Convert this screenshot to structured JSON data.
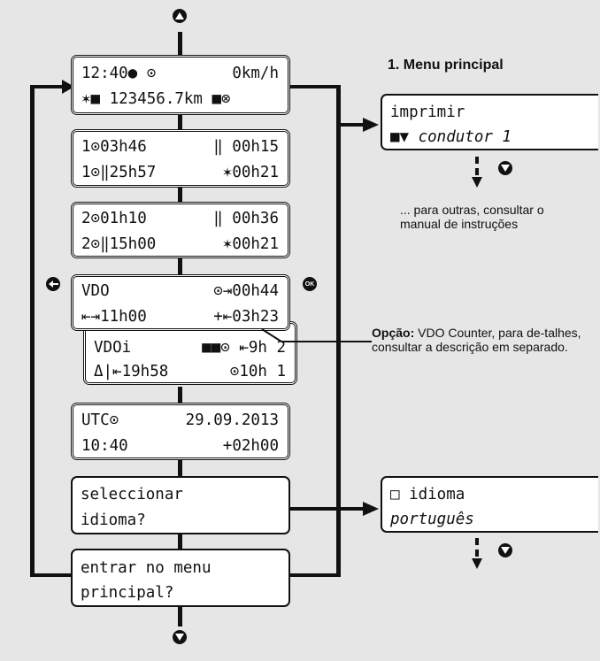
{
  "nav": {
    "up_icon": "up-arrow-icon",
    "down_icon": "down-arrow-icon",
    "back_icon": "back-icon",
    "ok_label": "OK"
  },
  "screens": {
    "s1": {
      "l1_left": "12:40● ⊙",
      "l1_right": "0km/h",
      "l2": "✶■ 123456.7km ■⊗"
    },
    "s2": {
      "l1_left": "1⊙03h46",
      "l1_right": "‖ 00h15",
      "l2_left": "1⊙‖25h57",
      "l2_right": "✶00h21"
    },
    "s3": {
      "l1_left": "2⊙01h10",
      "l1_right": "‖ 00h36",
      "l2_left": "2⊙‖15h00",
      "l2_right": "✶00h21"
    },
    "s4": {
      "l1_left": "VDO",
      "l1_right": "⊙⇥00h44",
      "l2_left": "⇤⇥11h00",
      "l2_right": "+⇤03h23"
    },
    "s4b": {
      "l1_left": "VDOi",
      "l1_right": "■■⊙ ⇤9h 2",
      "l2_left": "Δ|⇤19h58",
      "l2_right": "⊙10h 1"
    },
    "s5": {
      "l1_left": "UTC⊙",
      "l1_right": "29.09.2013",
      "l2_left": "10:40",
      "l2_right": "+02h00"
    },
    "s6": {
      "l1": "seleccionar",
      "l2": "idioma?"
    },
    "s7": {
      "l1": "entrar no menu",
      "l2": "principal?"
    }
  },
  "right": {
    "menu_title": "1. Menu principal",
    "print_screen": {
      "l1": "imprimir",
      "l2": "■▼ condutor 1"
    },
    "note": "... para outras, consultar o manual de instruções",
    "option_label": "Opção:",
    "option_text": " VDO Counter, para de-talhes, consultar a descrição em separado.",
    "lang_screen": {
      "l1": "□ idioma",
      "l2": "português"
    }
  }
}
